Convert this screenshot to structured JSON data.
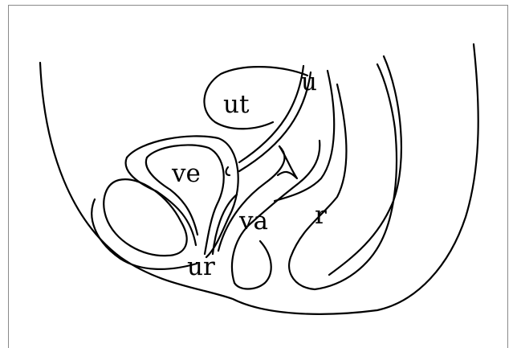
{
  "labels": {
    "ut": "ut",
    "u": "u",
    "ve": "ve",
    "va": "va",
    "r": "r",
    "ur": "ur"
  },
  "colors": {
    "ink": "#000000",
    "background": "#ffffff",
    "frame_border": "#8a8a8a"
  }
}
